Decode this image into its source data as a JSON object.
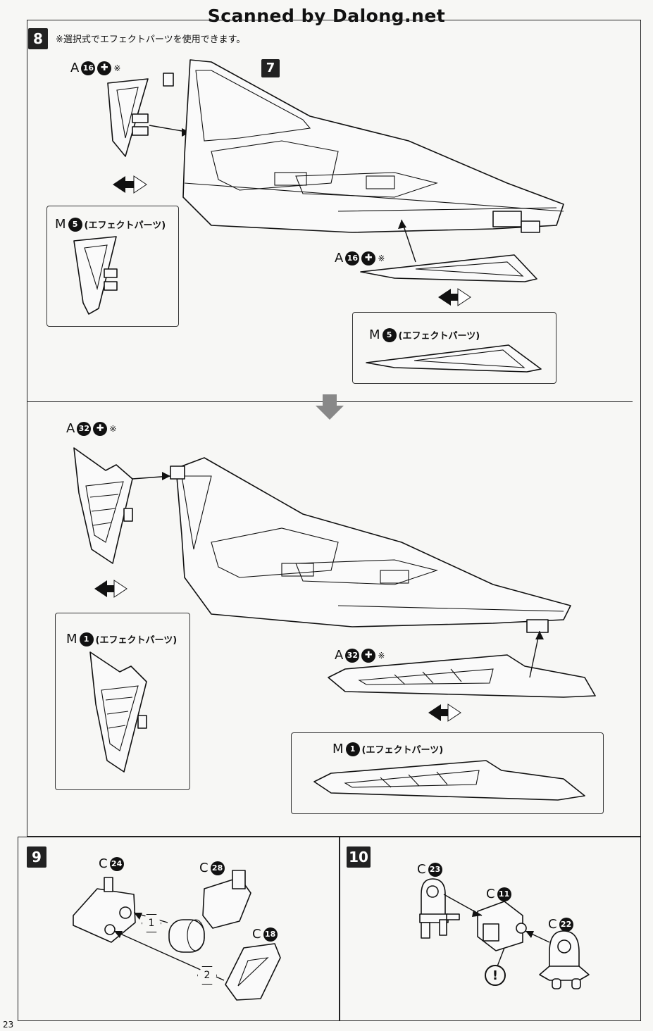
{
  "watermark": "Scanned by Dalong.net",
  "page_number": "23",
  "step8": {
    "badge": "8",
    "note": "※選択式でエフェクトパーツを使用できます。",
    "ref_badge": "7",
    "callouts": {
      "a16_left": {
        "letter": "A",
        "num": "16",
        "mark": "※"
      },
      "a16_right": {
        "letter": "A",
        "num": "16",
        "mark": "※"
      },
      "m5_left": {
        "letter": "M",
        "num": "5",
        "sub": "(エフェクトパーツ)"
      },
      "m5_right": {
        "letter": "M",
        "num": "5",
        "sub": "(エフェクトパーツ)"
      },
      "a32_left": {
        "letter": "A",
        "num": "32",
        "mark": "※"
      },
      "a32_right": {
        "letter": "A",
        "num": "32",
        "mark": "※"
      },
      "m1_left": {
        "letter": "M",
        "num": "1",
        "sub": "(エフェクトパーツ)"
      },
      "m1_right": {
        "letter": "M",
        "num": "1",
        "sub": "(エフェクトパーツ)"
      }
    }
  },
  "step9": {
    "badge": "9",
    "parts": {
      "c24": {
        "letter": "C",
        "num": "24"
      },
      "c28": {
        "letter": "C",
        "num": "28"
      },
      "c18": {
        "letter": "C",
        "num": "18"
      }
    },
    "order": [
      "1",
      "2"
    ]
  },
  "step10": {
    "badge": "10",
    "parts": {
      "c23": {
        "letter": "C",
        "num": "23"
      },
      "c11": {
        "letter": "C",
        "num": "11"
      },
      "c22": {
        "letter": "C",
        "num": "22"
      }
    },
    "caution": "!"
  },
  "icons": [
    "swap-arrow-icon",
    "down-arrow-icon",
    "caution-icon",
    "sticker-swirl-icon"
  ]
}
